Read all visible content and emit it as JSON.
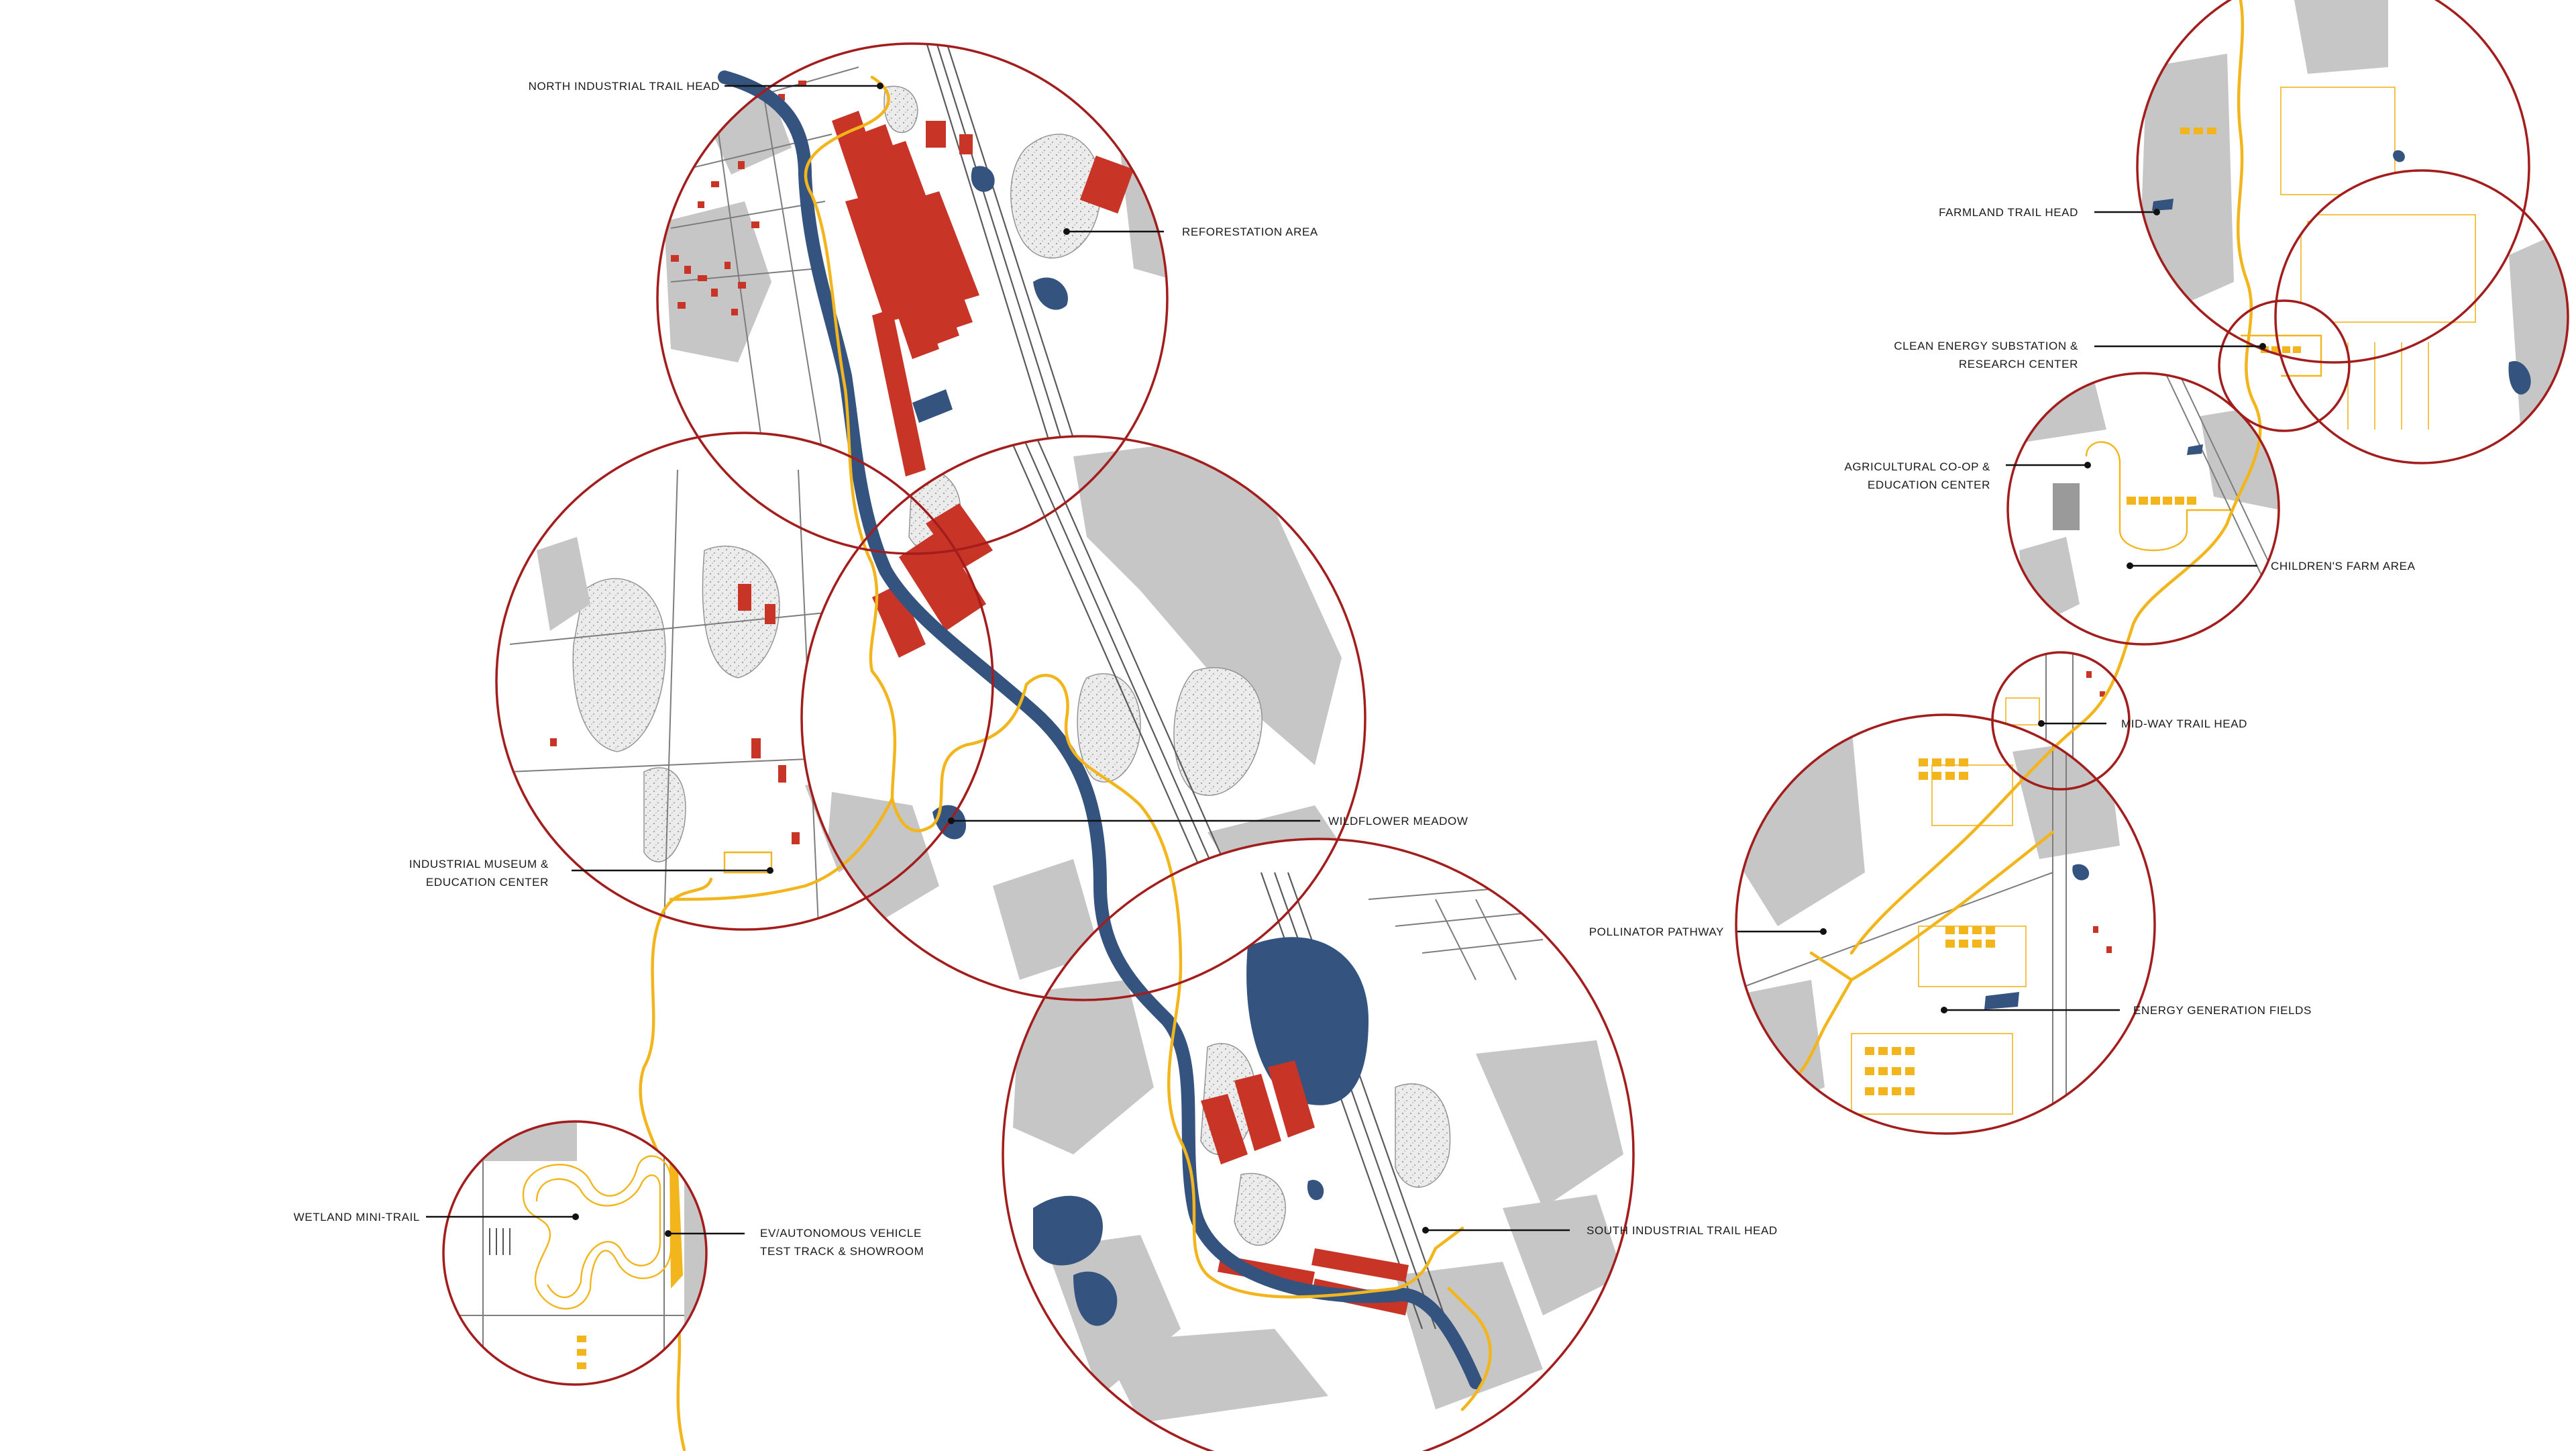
{
  "labels": {
    "north_trail_head": "NORTH INDUSTRIAL TRAIL HEAD",
    "reforestation_area": "REFORESTATION AREA",
    "wildflower_meadow": "WILDFLOWER MEADOW",
    "industrial_museum_line1": "INDUSTRIAL MUSEUM &",
    "industrial_museum_line2": "EDUCATION CENTER",
    "wetland_mini_trail": "WETLAND MINI-TRAIL",
    "ev_test_track_line1": "EV/AUTONOMOUS VEHICLE",
    "ev_test_track_line2": "TEST TRACK & SHOWROOM",
    "south_trail_head": "SOUTH INDUSTRIAL TRAIL HEAD",
    "farmland_trail_head": "FARMLAND TRAIL HEAD",
    "clean_energy_line1": "CLEAN ENERGY SUBSTATION &",
    "clean_energy_line2": "RESEARCH CENTER",
    "agricultural_coop_line1": "AGRICULTURAL CO-OP &",
    "agricultural_coop_line2": "EDUCATION CENTER",
    "childrens_farm_area": "CHILDREN'S FARM AREA",
    "mid_way_trail_head": "MID-WAY TRAIL HEAD",
    "pollinator_pathway": "POLLINATOR PATHWAY",
    "energy_generation_fields": "ENERGY GENERATION FIELDS"
  },
  "colors": {
    "circle_outline": "#a31d1d",
    "building": "#c83426",
    "water": "#35537f",
    "trail": "#f2b51c",
    "open_land": "#c6c6c6",
    "background": "#ffffff"
  }
}
